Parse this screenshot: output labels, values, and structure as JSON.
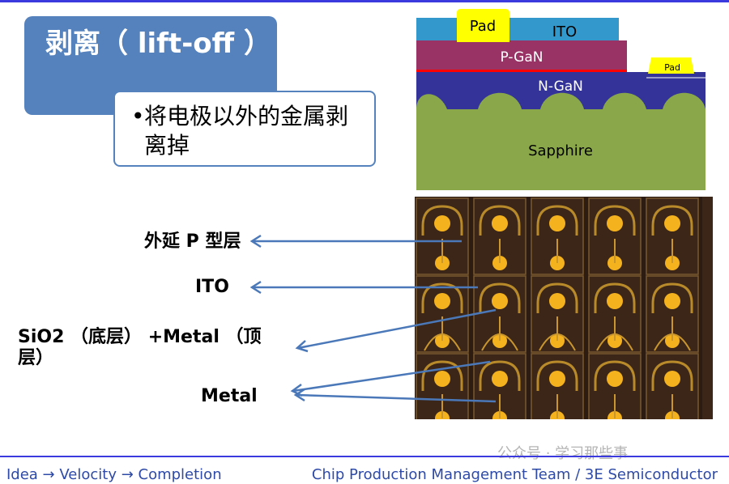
{
  "title": {
    "text": "剥离（ lift-off ）"
  },
  "bullet": {
    "marker": "•",
    "text": "将电极以外的金属剥离掉"
  },
  "cross_section": {
    "pad_top": "Pad",
    "ito": "ITO",
    "p_gan": "P-GaN",
    "pad_small": "Pad",
    "n_gan": "N-GaN",
    "sapphire": "Sapphire",
    "colors": {
      "ito": "#3399cc",
      "p_gan": "#993366",
      "n_gan": "#333399",
      "sapphire": "#8aa84a",
      "pad": "#ffff00",
      "junction": "#ff0000"
    }
  },
  "labels": {
    "p_layer": "外延 P 型层",
    "ito": "ITO",
    "sio2_metal": "SiO2 （底层） +Metal （顶层）",
    "metal": "Metal"
  },
  "watermark": "公众号 · 学习那些事",
  "footer": {
    "left": "Idea → Velocity → Completion",
    "right": "Chip Production Management Team / 3E Semiconductor"
  }
}
